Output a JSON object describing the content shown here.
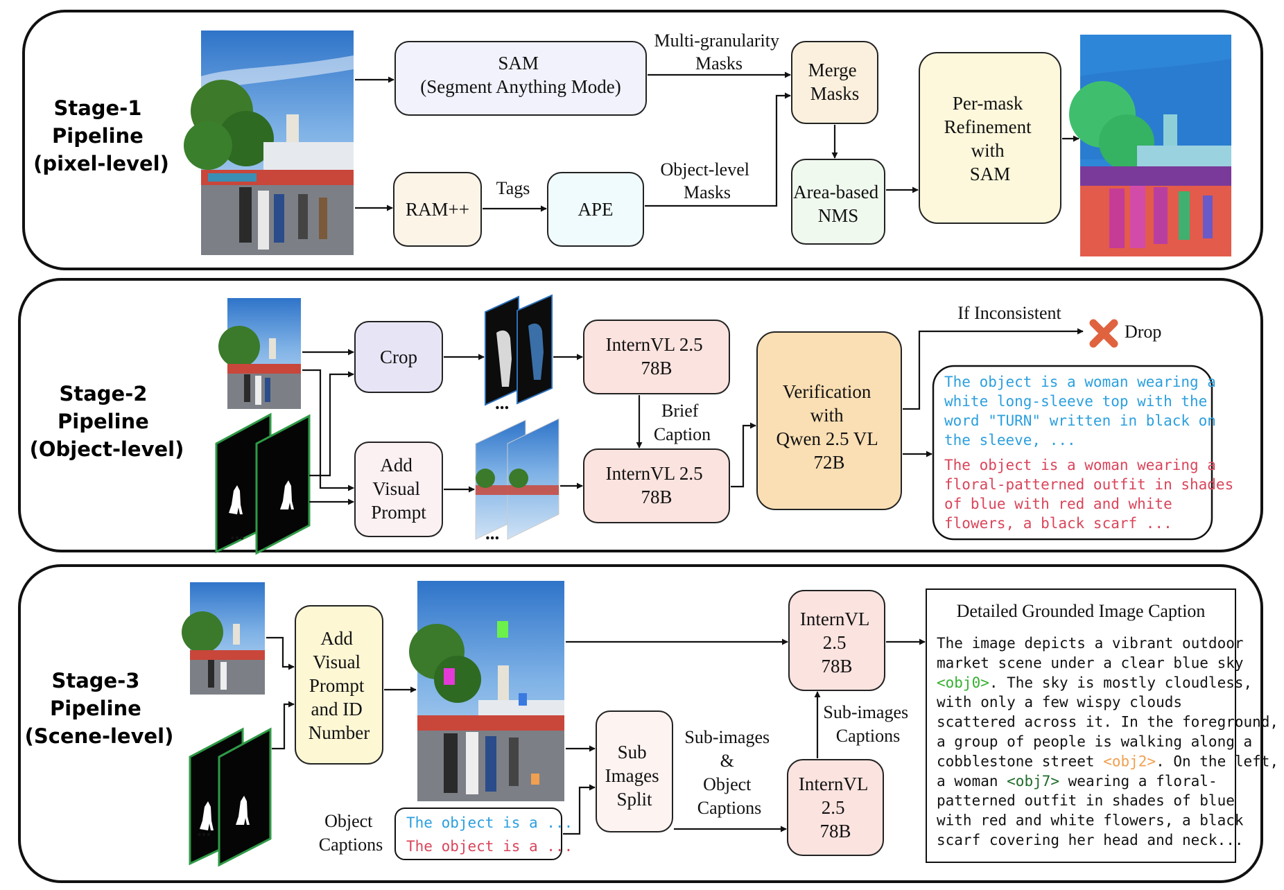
{
  "stages": [
    {
      "lines": [
        "Stage-1",
        "Pipeline",
        "(pixel-level)"
      ]
    },
    {
      "lines": [
        "Stage-2",
        "Pipeline",
        "(Object-level)"
      ]
    },
    {
      "lines": [
        "Stage-3",
        "Pipeline",
        "(Scene-level)"
      ]
    }
  ],
  "stage1": {
    "sam": [
      "SAM",
      "(Segment Anything Mode)"
    ],
    "multi_masks": [
      "Multi-granularity",
      "Masks"
    ],
    "ram": "RAM++",
    "tags": "Tags",
    "ape": "APE",
    "object_masks": [
      "Object-level",
      "Masks"
    ],
    "merge": [
      "Merge",
      "Masks"
    ],
    "nms": [
      "Area-based",
      "NMS"
    ],
    "refine": [
      "Per-mask",
      "Refinement",
      "with",
      "SAM"
    ]
  },
  "stage2": {
    "crop": "Crop",
    "add_prompt": [
      "Add",
      "Visual",
      "Prompt"
    ],
    "internvl_top": [
      "InternVL 2.5",
      "78B"
    ],
    "internvl_bottom": [
      "InternVL 2.5",
      "78B"
    ],
    "brief_caption": [
      "Brief",
      "Caption"
    ],
    "verification": [
      "Verification",
      "with",
      "Qwen 2.5 VL",
      "72B"
    ],
    "if_inconsistent": "If Inconsistent",
    "drop": "Drop",
    "caption_blue": [
      "The object is a woman wearing a",
      "white long-sleeve top with the",
      "word \"TURN\" written in black on",
      "the sleeve, ..."
    ],
    "caption_red": [
      "The object is a woman wearing a",
      "floral-patterned outfit in shades",
      "of blue with red and white",
      "flowers, a black scarf  ..."
    ],
    "ellipsis": "..."
  },
  "stage3": {
    "add_prompt": [
      "Add",
      "Visual",
      "Prompt",
      "and ID",
      "Number"
    ],
    "sub_images": [
      "Sub",
      "Images",
      "Split"
    ],
    "sub_obj_captions": [
      "Sub-images",
      "&",
      "Object",
      "Captions"
    ],
    "internvl_top": [
      "InternVL",
      "2.5",
      "78B"
    ],
    "internvl_bottom": [
      "InternVL",
      "2.5",
      "78B"
    ],
    "sub_captions": [
      "Sub-images",
      "Captions"
    ],
    "object_captions_label": [
      "Object",
      "Captions"
    ],
    "caption_blue": "The object is a ...",
    "caption_red": "The object is a ...",
    "output_title": "Detailed Grounded Image Caption",
    "output_lines": [
      [
        {
          "t": "The image depicts a vibrant outdoor",
          "c": "plain"
        }
      ],
      [
        {
          "t": "market scene under a clear blue sky",
          "c": "plain"
        }
      ],
      [
        {
          "t": "<obj0>",
          "c": "green"
        },
        {
          "t": ". The sky is mostly cloudless,",
          "c": "plain"
        }
      ],
      [
        {
          "t": "with only a few wispy clouds",
          "c": "plain"
        }
      ],
      [
        {
          "t": "scattered across it. In the foreground,",
          "c": "plain"
        }
      ],
      [
        {
          "t": "a group of people is walking along a",
          "c": "plain"
        }
      ],
      [
        {
          "t": "cobblestone street ",
          "c": "plain"
        },
        {
          "t": "<obj2>",
          "c": "orange"
        },
        {
          "t": ". On the left,",
          "c": "plain"
        }
      ],
      [
        {
          "t": "a woman ",
          "c": "plain"
        },
        {
          "t": "<obj7>",
          "c": "darkgreen"
        },
        {
          "t": " wearing a floral-",
          "c": "plain"
        }
      ],
      [
        {
          "t": "patterned outfit in shades of blue",
          "c": "plain"
        }
      ],
      [
        {
          "t": "with red and white flowers, a black",
          "c": "plain"
        }
      ],
      [
        {
          "t": "scarf covering her head and neck...",
          "c": "plain"
        }
      ]
    ],
    "ellipsis": "..."
  },
  "colors": {
    "blue_text": "#2b9fde",
    "red_text": "#d9455a",
    "green_tag": "#35b030",
    "orange_tag": "#f0a050",
    "darkgreen_tag": "#1e6b2a",
    "title_gray": "#8a8a8a"
  }
}
